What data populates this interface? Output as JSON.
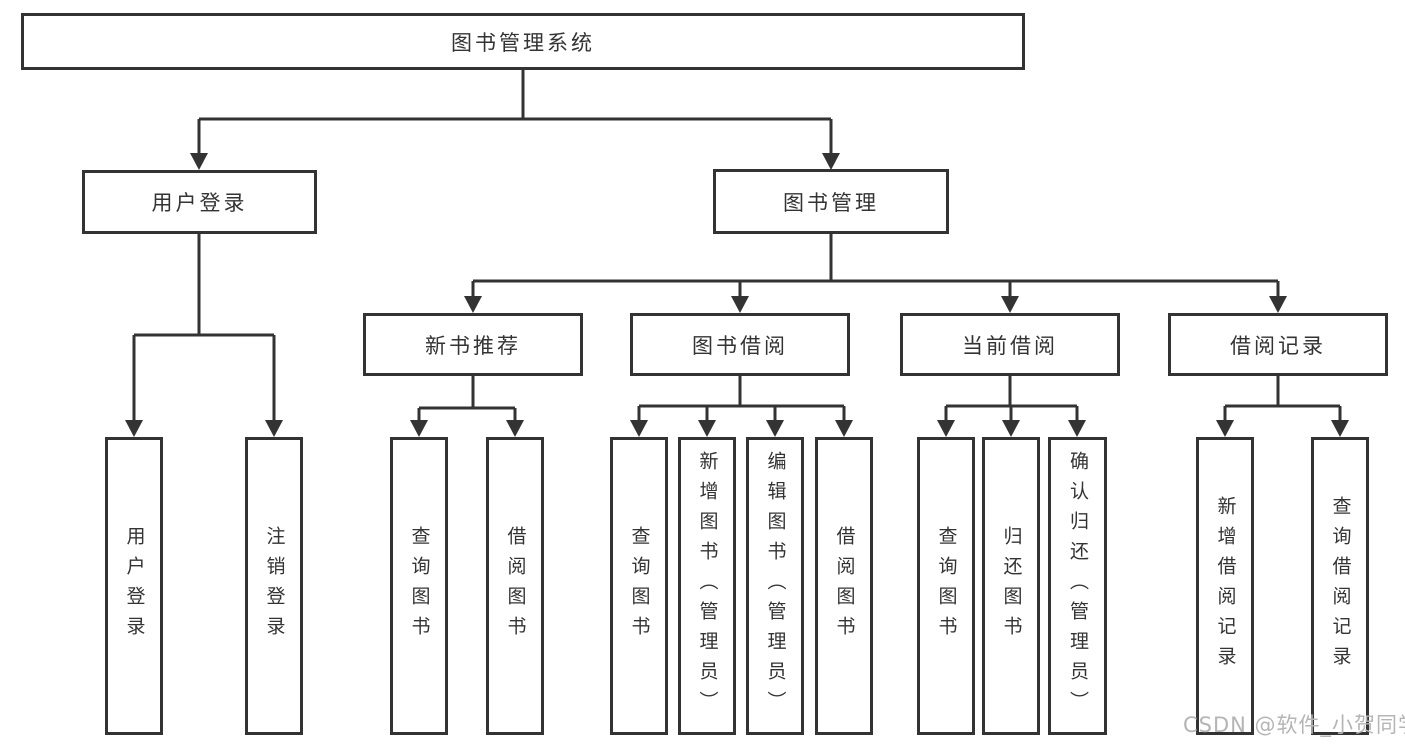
{
  "diagram": {
    "root": {
      "label": "图书管理系统"
    },
    "branches": [
      {
        "label": "用户登录",
        "leaves": [
          {
            "label": "用户登录"
          },
          {
            "label": "注销登录"
          }
        ]
      },
      {
        "label": "图书管理",
        "sections": [
          {
            "label": "新书推荐",
            "leaves": [
              {
                "label": "查询图书"
              },
              {
                "label": "借阅图书"
              }
            ]
          },
          {
            "label": "图书借阅",
            "leaves": [
              {
                "label": "查询图书"
              },
              {
                "label": "新增图书（管理员）"
              },
              {
                "label": "编辑图书（管理员）"
              },
              {
                "label": "借阅图书"
              }
            ]
          },
          {
            "label": "当前借阅",
            "leaves": [
              {
                "label": "查询图书"
              },
              {
                "label": "归还图书"
              },
              {
                "label": "确认归还（管理员）"
              }
            ]
          },
          {
            "label": "借阅记录",
            "leaves": [
              {
                "label": "新增借阅记录"
              },
              {
                "label": "查询借阅记录"
              }
            ]
          }
        ]
      }
    ]
  },
  "watermark": {
    "text": "CSDN @软件_小贺同学"
  },
  "colors": {
    "line": "#333333",
    "text": "#333333",
    "box_background": "#ffffff",
    "watermark": "#b5b5b5",
    "page_background": "#ffffff"
  }
}
